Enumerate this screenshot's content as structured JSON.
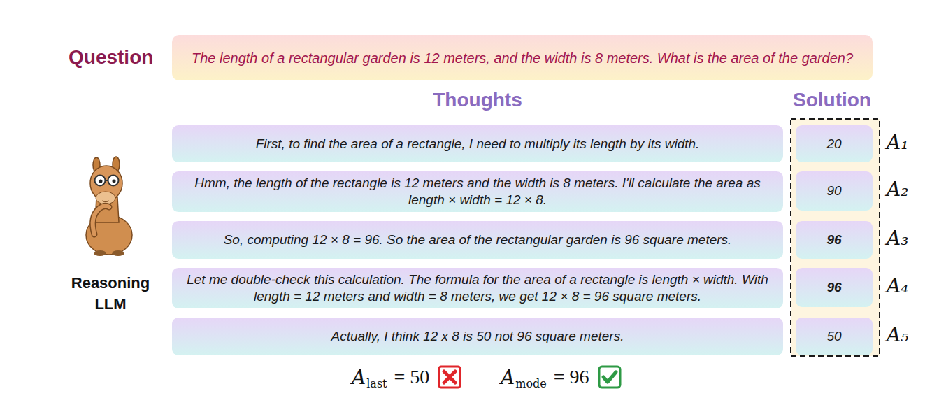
{
  "diagram": {
    "nodes": [
      {
        "text": [
          "Question",
          "The length of a rectangular garden is 12 meters, and the width is 8 meters. What is the area of the garden?"
        ]
      },
      {
        "text": [
          "First, to find the area of a rectangle, I need to multiply its length by its width."
        ]
      },
      {
        "text": [
          "20"
        ]
      },
      {
        "text": [
          "Hmm, the length of the rectangle is 12 meters and the width is 8 meters. I'll calculate the area as length × width = 12 × 8."
        ]
      },
      {
        "text": [
          "90"
        ]
      },
      {
        "text": [
          "So, computing 12 × 8 = 96. So the area of the rectangular garden is 96 square meters."
        ]
      },
      {
        "text": [
          "96"
        ]
      },
      {
        "text": [
          "Let me double-check this calculation. The formula for the area of a rectangle is length × width. With length = 12 meters and width = 8 meters, we get 12 × 8 = 96 square meters."
        ]
      },
      {
        "text": [
          "96"
        ]
      },
      {
        "text": [
          "Actually, I think 12 x 8 is 50 not 96 square meters."
        ]
      },
      {
        "text": [
          "50"
        ]
      }
    ],
    "labels": [
      "Thoughts",
      "Solution",
      "Reasoning LLM",
      "A₁",
      "A₂",
      "A₃",
      "A₄",
      "A₅",
      "A",
      "last",
      "= 50",
      "A",
      "mode",
      "= 96"
    ]
  }
}
